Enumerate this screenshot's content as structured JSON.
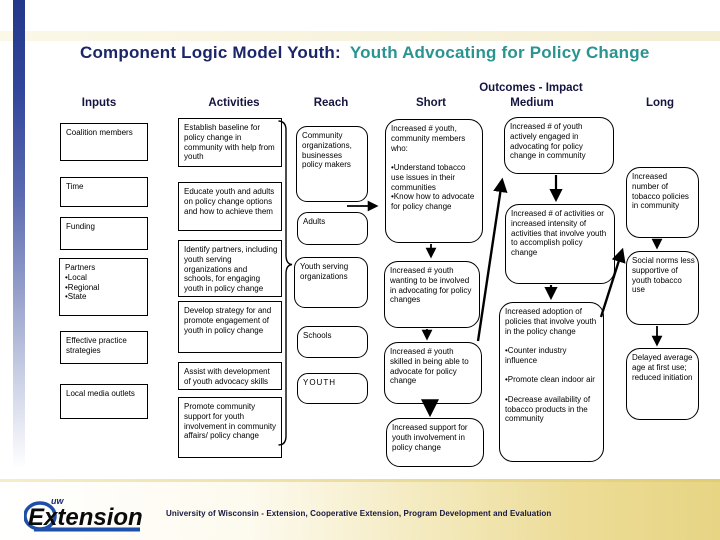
{
  "slide": {
    "title_main": "Component Logic Model Youth:",
    "title_accent": "Youth Advocating for Policy Change",
    "outcomes_header": "Outcomes - Impact",
    "footer_text": "University of Wisconsin - Extension, Cooperative Extension, Program Development and Evaluation",
    "logo": {
      "uw": "uw",
      "name": "Extension"
    }
  },
  "colors": {
    "title_navy": "#1b2668",
    "title_teal": "#2a9490",
    "sidebar_navy": "#24388a",
    "footer_tan": "#e7d584",
    "logo_blue": "#1d4fa8"
  },
  "columns": {
    "inputs": {
      "header": "Inputs",
      "boxes": [
        "Coalition members",
        "Time",
        "Funding",
        "Partners\n•Local\n•Regional\n•State",
        "Effective practice strategies",
        "Local media outlets"
      ]
    },
    "activities": {
      "header": "Activities",
      "boxes": [
        "Establish baseline for policy change in community with help from youth",
        "Educate youth and adults on policy change options and how to achieve them",
        "Identify partners, including youth serving organizations and schools, for engaging youth in policy change",
        "Develop strategy for and promote engagement of youth in policy change",
        "Assist with development of youth advocacy skills",
        "Promote community support for youth involvement in community affairs/ policy change"
      ]
    },
    "reach": {
      "header": "Reach",
      "boxes": [
        "Community organizations, businesses policy makers",
        "Adults",
        "Youth serving organizations",
        "Schools",
        "YOUTH"
      ]
    },
    "short": {
      "header": "Short",
      "boxes": [
        "Increased # youth, community members who:\n\n•Understand tobacco use issues in their communities\n•Know how to advocate for policy change",
        "Increased # youth wanting to be involved in advocating for policy changes",
        "Increased # youth skilled in being able to advocate for policy change",
        "Increased support for youth involvement in policy change"
      ]
    },
    "medium": {
      "header": "Medium",
      "boxes": [
        "Increased # of youth actively engaged in advocating for policy change in community",
        "Increased # of activities or increased intensity of activities that involve youth to accomplish policy change",
        "Increased adoption of policies that involve youth in the policy change\n\n•Counter industry influence\n\n•Promote clean indoor air\n\n•Decrease availability of tobacco products in the community"
      ]
    },
    "long": {
      "header": "Long",
      "boxes": [
        "Increased number of tobacco policies in community",
        "Social norms less supportive of youth tobacco use",
        "Delayed average age at first use; reduced initiation"
      ]
    }
  }
}
